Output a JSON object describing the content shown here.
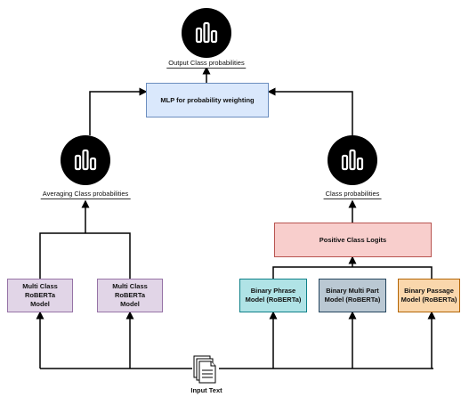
{
  "nodes": {
    "output_icon": {
      "icon": "bar-chart-icon",
      "label": "Output Class probabilities"
    },
    "mlp": {
      "label": "MLP for probability weighting",
      "color": "#dae8fc"
    },
    "avg_icon": {
      "icon": "bar-chart-icon",
      "label": "Averaging Class probabilities"
    },
    "cls_icon": {
      "icon": "bar-chart-icon",
      "label": "Class probabilities"
    },
    "logits": {
      "label": "Positive Class Logits",
      "color": "#f8cecc"
    },
    "multi1": {
      "label": "Multi Class\nRoBERTa\nModel",
      "color": "#e1d5e7"
    },
    "multi2": {
      "label": "Multi Class\nRoBERTa\nModel",
      "color": "#e1d5e7"
    },
    "phrase": {
      "label": "Binary Phrase\nModel (RoBERTa)",
      "color": "#b0e3e6"
    },
    "multipart": {
      "label": "Binary Multi Part\nModel (RoBERTa)",
      "color": "#bac8d3"
    },
    "passage": {
      "label": "Binary Passage\nModel (RoBERTa)",
      "color": "#fad7ac"
    },
    "input": {
      "icon": "document-icon",
      "label": "Input Text"
    }
  }
}
